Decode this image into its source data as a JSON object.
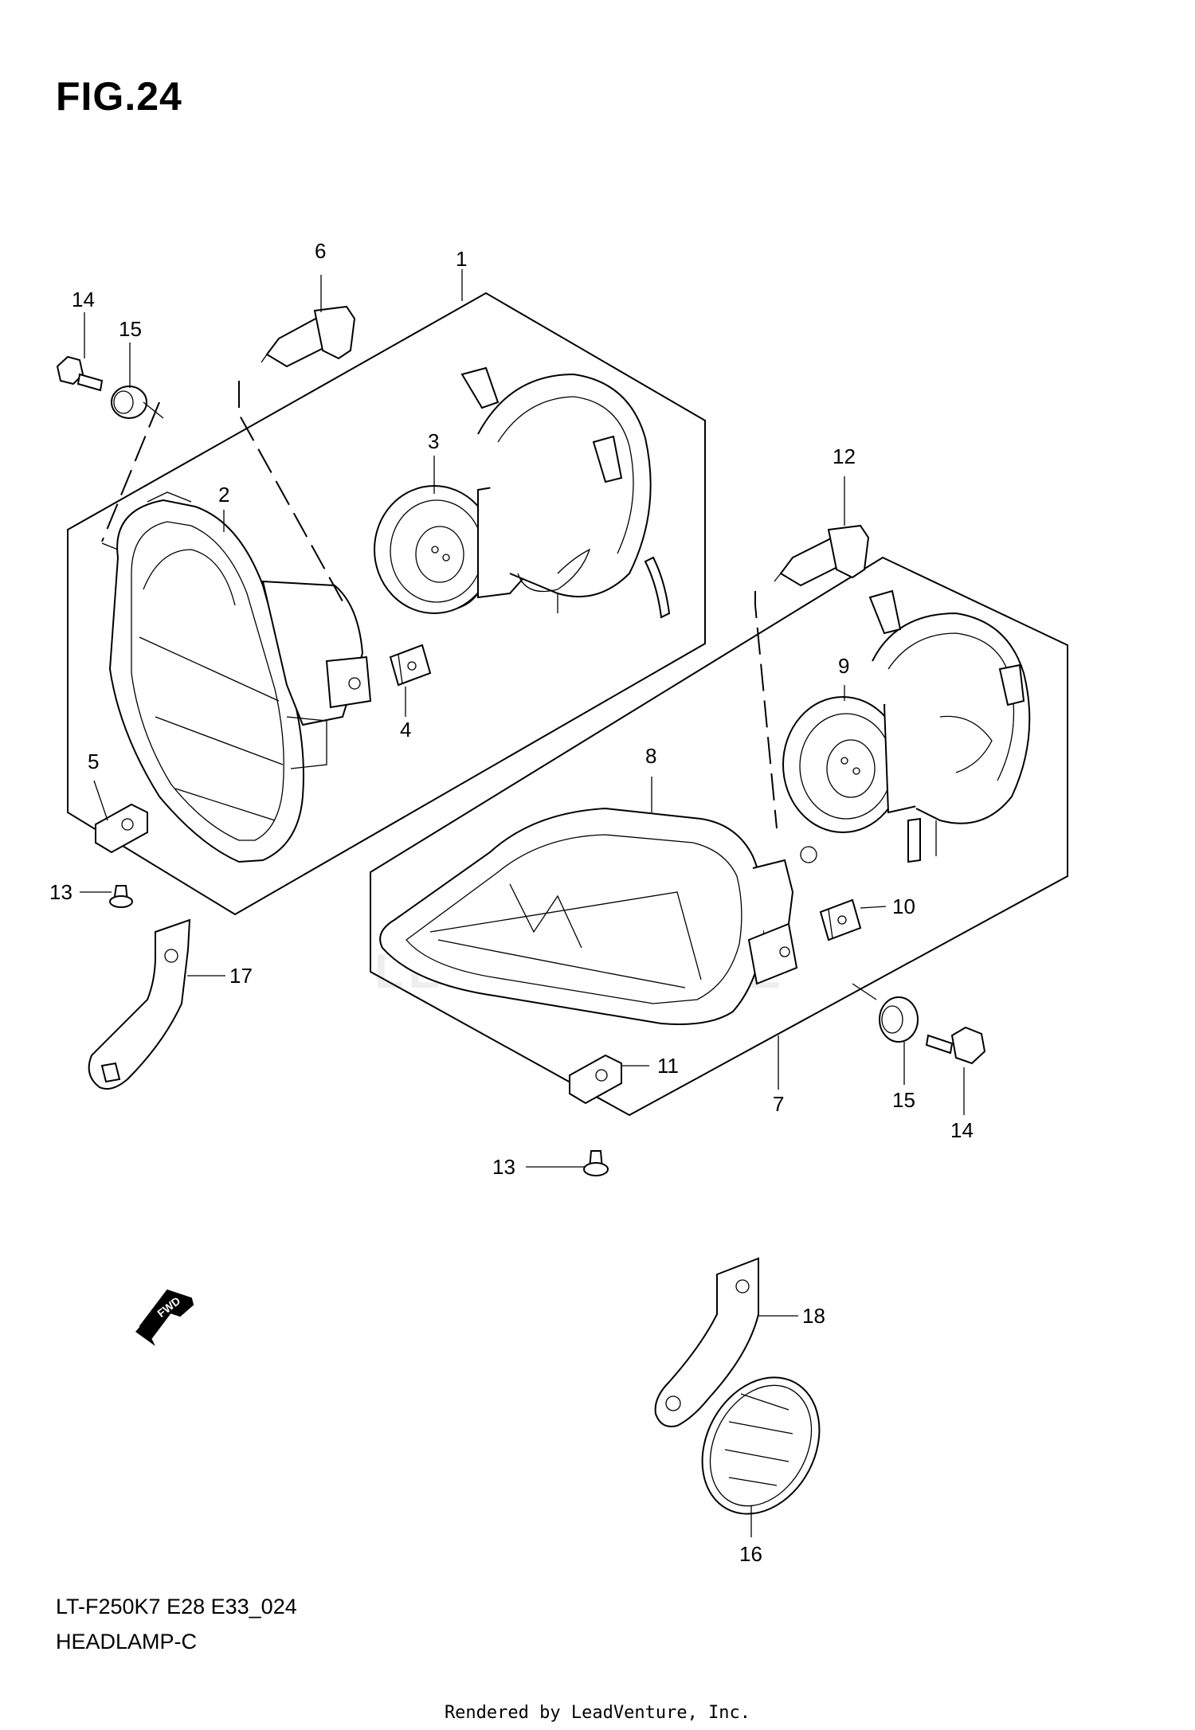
{
  "header": {
    "figure_title": "FIG.24"
  },
  "diagram": {
    "callouts": [
      {
        "id": "c1",
        "text": "1"
      },
      {
        "id": "c2",
        "text": "2"
      },
      {
        "id": "c3",
        "text": "3"
      },
      {
        "id": "c4",
        "text": "4"
      },
      {
        "id": "c5",
        "text": "5"
      },
      {
        "id": "c6",
        "text": "6"
      },
      {
        "id": "c7",
        "text": "7"
      },
      {
        "id": "c8",
        "text": "8"
      },
      {
        "id": "c9",
        "text": "9"
      },
      {
        "id": "c10",
        "text": "10"
      },
      {
        "id": "c11",
        "text": "11"
      },
      {
        "id": "c12",
        "text": "12"
      },
      {
        "id": "c13a",
        "text": "13"
      },
      {
        "id": "c13b",
        "text": "13"
      },
      {
        "id": "c14a",
        "text": "14"
      },
      {
        "id": "c14b",
        "text": "14"
      },
      {
        "id": "c15a",
        "text": "15"
      },
      {
        "id": "c15b",
        "text": "15"
      },
      {
        "id": "c16",
        "text": "16"
      },
      {
        "id": "c17",
        "text": "17"
      },
      {
        "id": "c18",
        "text": "18"
      }
    ],
    "fwd_arrow_label": "FWD",
    "watermark": "LEADVENTURE"
  },
  "footer": {
    "diagram_code": "LT-F250K7 E28 E33_024",
    "diagram_name": "HEADLAMP-C",
    "rendered_by": "Rendered by LeadVenture, Inc."
  }
}
